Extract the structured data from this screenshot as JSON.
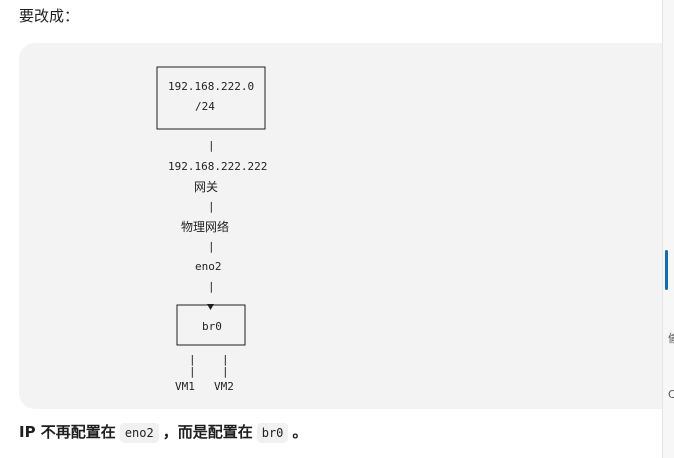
{
  "intro": "要改成：",
  "diagram": {
    "subnet_line1": "192.168.222.0",
    "subnet_line2": "/24",
    "gateway_ip": "192.168.222.222",
    "gateway_label": "网关",
    "physical_network": "物理网络",
    "iface": "eno2",
    "bridge": "br0",
    "vm1": "VM1",
    "vm2": "VM2"
  },
  "summary": {
    "prefix": "IP 不再配置在",
    "code1": "eno2",
    "middle": "，而是配置在",
    "code2": "br0",
    "suffix": "。"
  },
  "right_edge": {
    "glyph1": "偷",
    "glyph2": "C"
  },
  "colors": {
    "panel_bg": "#f3f3f3",
    "text": "#1f1f1f",
    "scroll_accent": "#0f6cbd"
  }
}
